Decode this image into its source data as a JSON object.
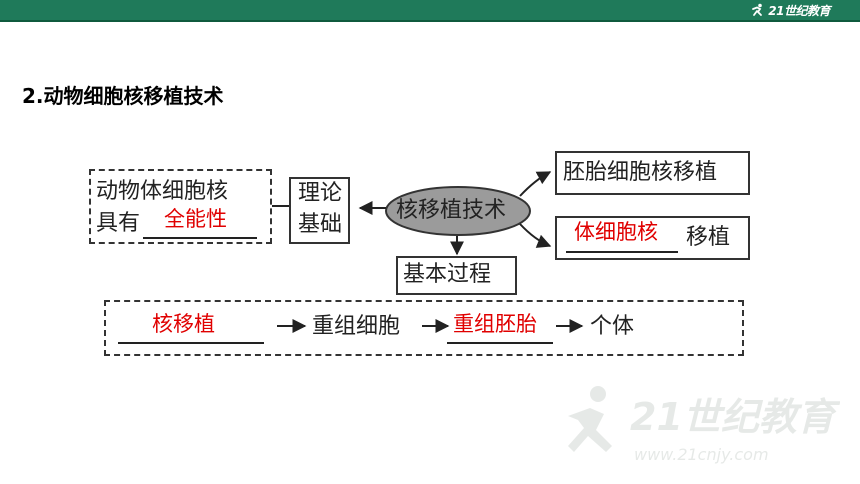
{
  "header": {
    "logo_text": "21世纪教育",
    "bar_color": "#1f7a5a"
  },
  "slide": {
    "title": "2.动物细胞核移植技术"
  },
  "diagram": {
    "center": "核移植技术",
    "left_box": {
      "line1": "动物体细胞核",
      "line2_prefix": "具有",
      "answer": "全能性"
    },
    "theory_box": {
      "line1": "理论",
      "line2": "基础"
    },
    "right_top": "胚胎细胞核移植",
    "right_bottom": {
      "answer": "体细胞核",
      "suffix": "移植"
    },
    "process_box": "基本过程",
    "process": {
      "step1": "核移植",
      "step2": "重组细胞",
      "step3": "重组胚胎",
      "step4": "个体"
    },
    "answer_color": "#e00000"
  },
  "watermark": {
    "text": "21世纪教育",
    "url_text": "www.21cnjy.com"
  }
}
